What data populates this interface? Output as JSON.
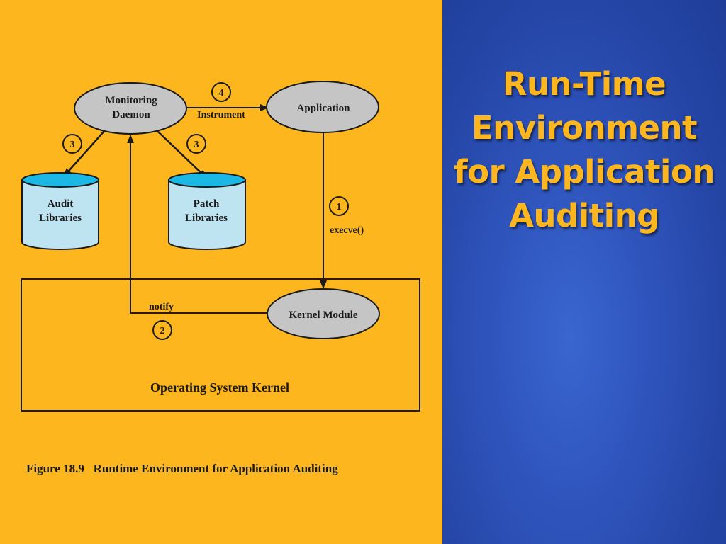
{
  "slide": {
    "title_lines": [
      "Run-Time",
      "Environment",
      "for Application",
      "Auditing"
    ],
    "colors": {
      "left_background": "#FDB61E",
      "right_background": "#2A4DB3",
      "title": "#FDB61E",
      "ellipse_fill": "#C5C5C5",
      "cylinder_fill": "#BEE4F2",
      "cylinder_top": "#1BB8E6"
    }
  },
  "diagram": {
    "nodes": {
      "monitoring_daemon": [
        "Monitoring",
        "Daemon"
      ],
      "application": "Application",
      "kernel_module": "Kernel Module",
      "audit_libraries": [
        "Audit",
        "Libraries"
      ],
      "patch_libraries": [
        "Patch",
        "Libraries"
      ]
    },
    "edges": {
      "instrument": {
        "label": "Instrument",
        "step": "4"
      },
      "audit_link": {
        "step": "3"
      },
      "patch_link": {
        "step": "3"
      },
      "execve": {
        "label": "execve()",
        "step": "1"
      },
      "notify": {
        "label": "notify",
        "step": "2"
      }
    },
    "os_kernel_label": "Operating System Kernel",
    "caption": "Figure 18.9   Runtime Environment for Application Auditing"
  }
}
